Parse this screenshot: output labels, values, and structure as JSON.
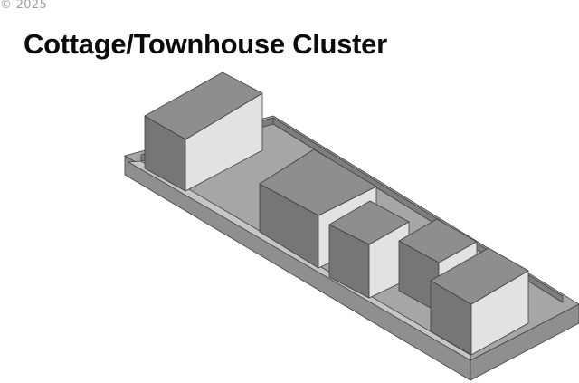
{
  "watermark": "© 2025",
  "title": "Cottage/Townhouse Cluster",
  "colors": {
    "slab_top": "#a6a6a6",
    "slab_side": "#8f8f8f",
    "slab_inner_side": "#7d7d7d",
    "slab_edge": "#c6c6c6",
    "block_top": "#8e8e8e",
    "block_left": "#767676",
    "block_right": "#e2e2e2",
    "outline": "#3f3f3f"
  },
  "buildings": [
    {
      "id": "cottage-1"
    },
    {
      "id": "townhouse-large"
    },
    {
      "id": "cottage-2"
    },
    {
      "id": "cottage-3"
    },
    {
      "id": "cottage-4"
    }
  ]
}
